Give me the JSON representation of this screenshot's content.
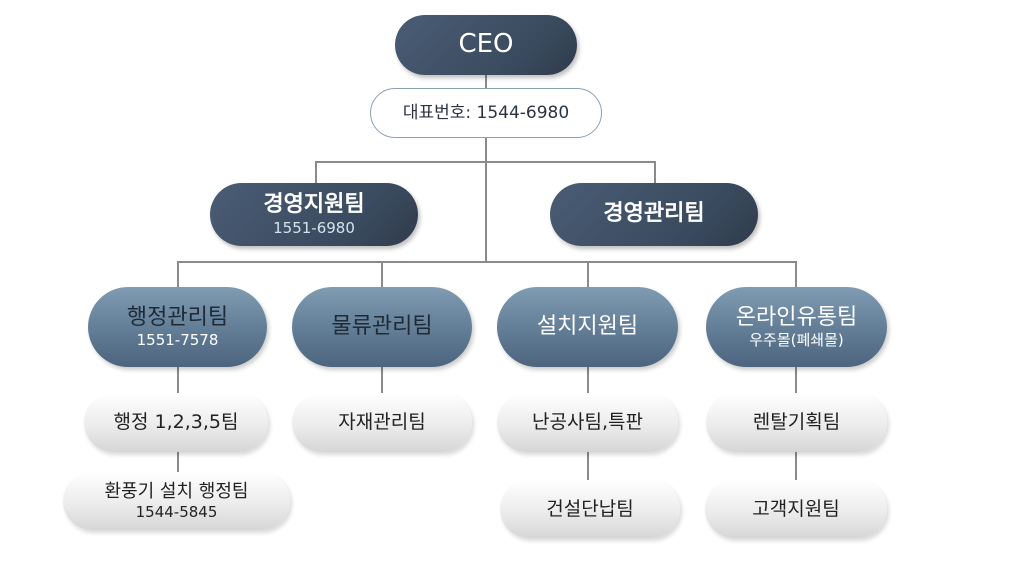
{
  "ceo": {
    "title": "CEO"
  },
  "main_number": {
    "label": "대표번호: 1544-6980"
  },
  "level2": [
    {
      "title": "경영지원팀",
      "phone": "1551-6980"
    },
    {
      "title": "경영관리팀"
    }
  ],
  "level3": [
    {
      "title": "행정관리팀",
      "phone": "1551-7578"
    },
    {
      "title": "물류관리팀"
    },
    {
      "title": "설치지원팀"
    },
    {
      "title": "온라인유통팀",
      "sub": "우주몰(폐쇄몰)"
    }
  ],
  "level4": [
    {
      "title": "행정 1,2,3,5팀"
    },
    {
      "title": "자재관리팀"
    },
    {
      "title": "난공사팀,특판"
    },
    {
      "title": "렌탈기획팀"
    }
  ],
  "level5": [
    {
      "title": "환풍기 설치 행정팀",
      "phone": "1544-5845"
    },
    {
      "title": "건설단납팀"
    },
    {
      "title": "고객지원팀"
    }
  ]
}
